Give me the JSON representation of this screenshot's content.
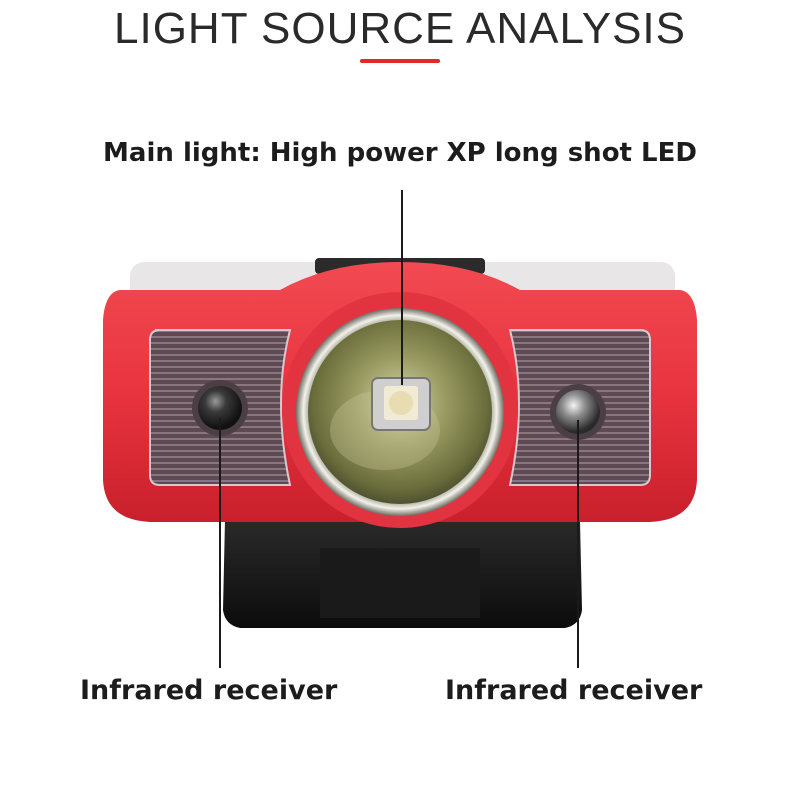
{
  "header": {
    "title": "LIGHT SOURCE ANALYSIS"
  },
  "callouts": {
    "main_light": "Main light: High power XP long shot LED",
    "infrared_left": "Infrared receiver",
    "infrared_right": "Infrared receiver"
  },
  "colors": {
    "accent": "#e02a2a",
    "housing": "#e8343f",
    "text": "#1c1c1c"
  }
}
